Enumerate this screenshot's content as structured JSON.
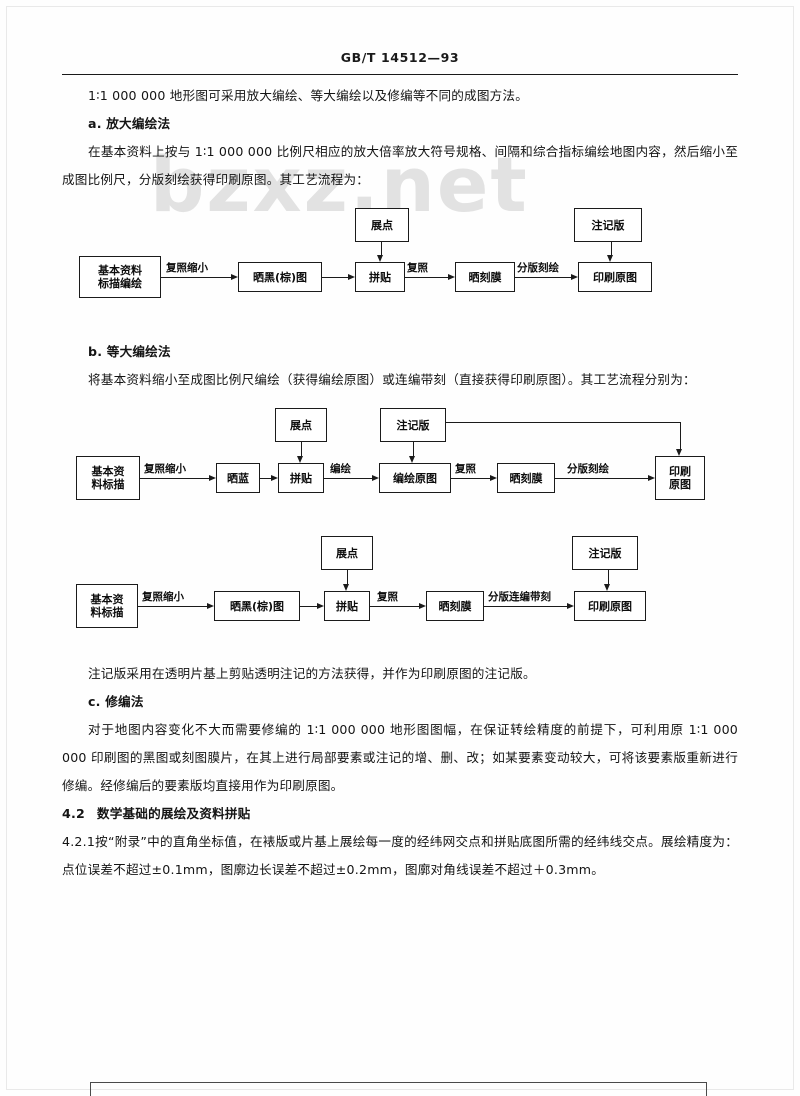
{
  "header": {
    "standard_code": "GB/T 14512—93"
  },
  "watermark": {
    "text": "bzxz.net"
  },
  "body": {
    "intro": "1∶1 000 000 地形图可采用放大编绘、等大编绘以及修编等不同的成图方法。",
    "item_a": "a. 放大编绘法",
    "para_a": "在基本资料上按与 1∶1 000 000 比例尺相应的放大倍率放大符号规格、间隔和综合指标编绘地图内容，然后缩小至成图比例尺，分版刻绘获得印刷原图。其工艺流程为：",
    "item_b": "b. 等大编绘法",
    "para_b": "将基本资料缩小至成图比例尺编绘（获得编绘原图）或连编带刻（直接获得印刷原图）。其工艺流程分别为：",
    "para_note": "注记版采用在透明片基上剪贴透明注记的方法获得，并作为印刷原图的注记版。",
    "item_c": "c. 修编法",
    "para_c": "对于地图内容变化不大而需要修编的 1∶1 000 000 地形图图幅，在保证转绘精度的前提下，可利用原 1∶1 000 000 印刷图的黑图或刻图膜片，在其上进行局部要素或注记的增、删、改；如某要素变动较大，可将该要素版重新进行修编。经修编后的要素版均直接用作为印刷原图。",
    "section_42_num": "4.2",
    "section_42_title": "数学基础的展绘及资料拼贴",
    "section_421_num": "4.2.1",
    "section_421_text": "按“附录”中的直角坐标值，在裱版或片基上展绘每一度的经纬网交点和拼贴底图所需的经纬线交点。展绘精度为：点位误差不超过±0.1mm，图廓边长误差不超过±0.2mm，图廓对角线误差不超过＋0.3mm。"
  },
  "flowchart_a": {
    "boxes": {
      "source": "基本资料\n标描编绘",
      "source_l1": "基本资料",
      "source_l2": "标描编绘",
      "blackprint": "晒黑(棕)图",
      "plotpoints": "展点",
      "mount": "拼贴",
      "film": "晒刻膜",
      "noteplate": "注记版",
      "original": "印刷原图"
    },
    "arrows": {
      "reduce": "复照缩小",
      "rephoto": "复照",
      "engrave": "分版刻绘"
    }
  },
  "flowchart_b1": {
    "boxes": {
      "source_l1": "基本资",
      "source_l2": "料标描",
      "blueprint": "晒蓝",
      "plotpoints": "展点",
      "mount": "拼贴",
      "compiled": "编绘原图",
      "noteplate": "注记版",
      "film": "晒刻膜",
      "original_l1": "印刷",
      "original_l2": "原图"
    },
    "arrows": {
      "reduce": "复照缩小",
      "compile": "编绘",
      "rephoto": "复照",
      "engrave": "分版刻绘"
    }
  },
  "flowchart_b2": {
    "boxes": {
      "source_l1": "基本资",
      "source_l2": "料标描",
      "blackprint": "晒黑(棕)图",
      "plotpoints": "展点",
      "mount": "拼贴",
      "film": "晒刻膜",
      "noteplate": "注记版",
      "original": "印刷原图"
    },
    "arrows": {
      "reduce": "复照缩小",
      "rephoto": "复照",
      "engrave": "分版连编带刻"
    }
  }
}
